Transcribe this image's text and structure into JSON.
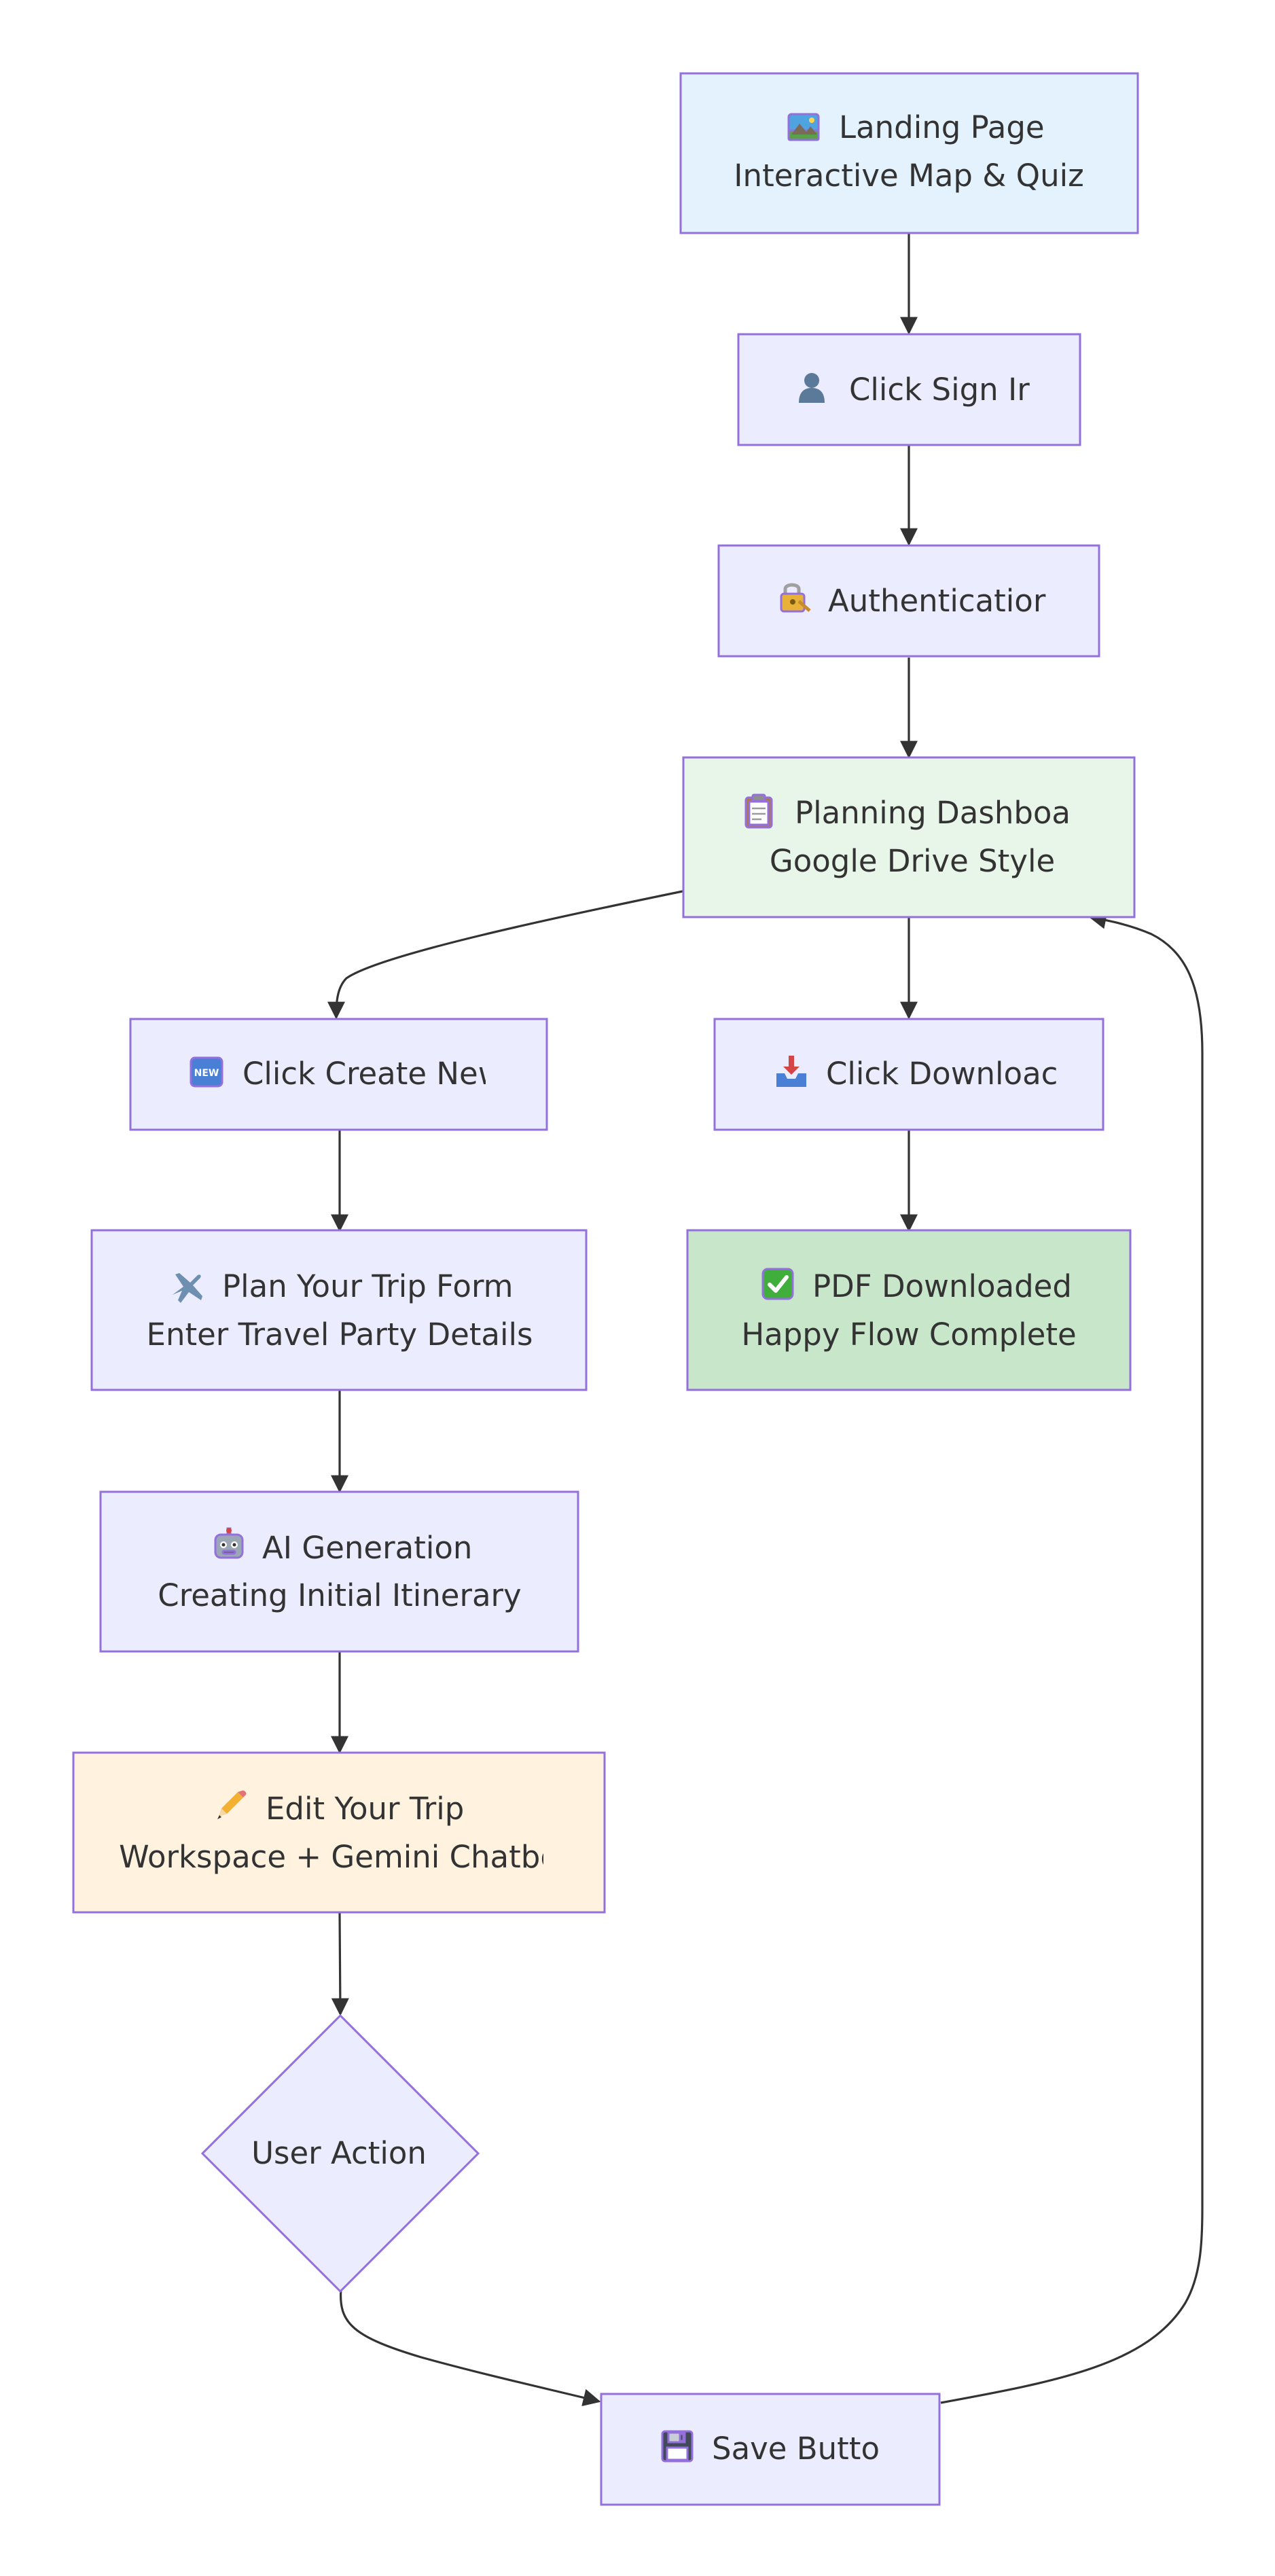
{
  "colors": {
    "node_default": "#ececff",
    "node_border": "#9370db",
    "landing_fill": "#e3f2fd",
    "dashboard_fill": "#e8f5e9",
    "pdf_fill": "#c8e6c9",
    "edit_fill": "#fff3e0",
    "edge": "#333333",
    "text": "#333333"
  },
  "nodes": {
    "landing": {
      "icon": "landscape-picture-icon",
      "line1": "Landing Page",
      "line2": "Interactive Map & Quiz"
    },
    "signin": {
      "icon": "user-silhouette-icon",
      "line1": "Click Sign Ir"
    },
    "auth": {
      "icon": "lock-with-key-icon",
      "line1": "Authenticatior"
    },
    "dashboard": {
      "icon": "clipboard-icon",
      "line1": "Planning Dashboarc",
      "line2": "Google Drive Style"
    },
    "create": {
      "icon": "new-button-icon",
      "line1": "Click Create New"
    },
    "download": {
      "icon": "inbox-tray-icon",
      "line1": "Click Downloac"
    },
    "pdf": {
      "icon": "check-mark-button-icon",
      "line1": "PDF Downloaded",
      "line2": "Happy Flow Complete"
    },
    "form": {
      "icon": "airplane-icon",
      "line1": "Plan Your Trip Form",
      "line2": "Enter Travel Party Details"
    },
    "ai": {
      "icon": "robot-icon",
      "line1": "AI Generation",
      "line2": "Creating Initial Itinerary"
    },
    "edit": {
      "icon": "pencil-icon",
      "line1": "Edit Your Trip",
      "line2": "Workspace + Gemini Chatbo"
    },
    "decision": {
      "line1": "User Action"
    },
    "save": {
      "icon": "floppy-disk-icon",
      "line1": "Save Buttor"
    }
  }
}
